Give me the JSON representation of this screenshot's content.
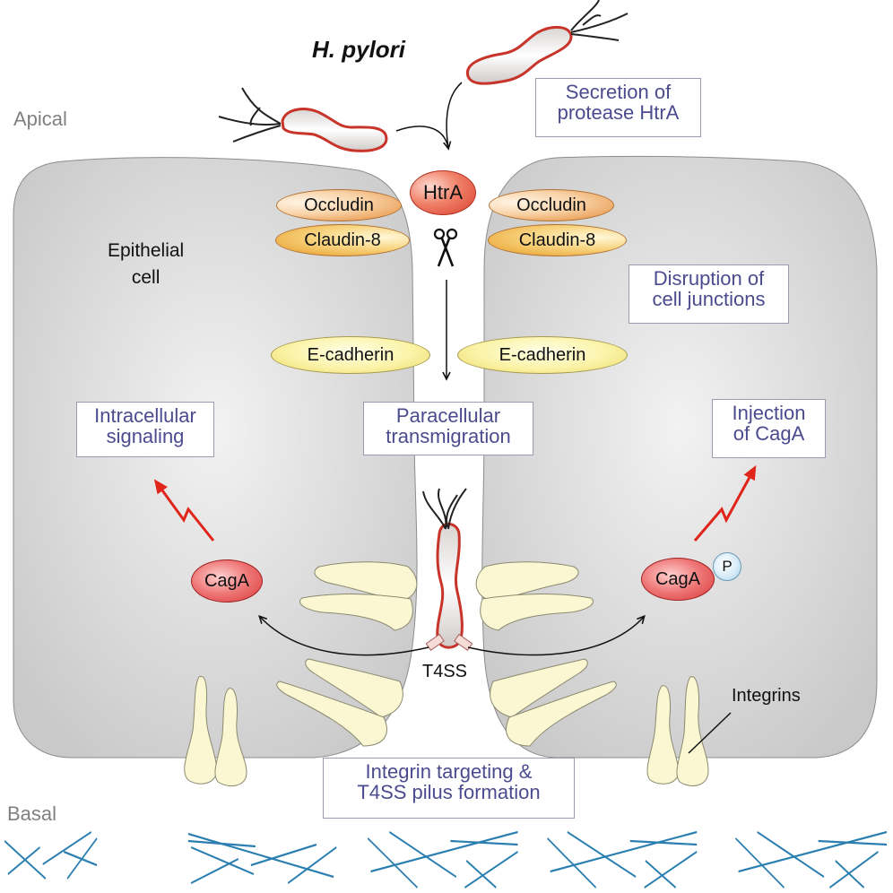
{
  "title": "H. pylori",
  "regions": {
    "apical": "Apical",
    "basal": "Basal"
  },
  "cell_label": "Epithelial\ncell",
  "proteins": {
    "htra": "HtrA",
    "occludin": "Occludin",
    "claudin": "Claudin-8",
    "ecadherin": "E-cadherin",
    "caga": "CagA",
    "phosphate": "P",
    "t4ss": "T4SS",
    "integrins": "Integrins"
  },
  "boxes": {
    "secretion": "Secretion of\nprotease HtrA",
    "disruption": "Disruption of\ncell junctions",
    "paracellular": "Paracellular\ntransmigration",
    "intracellular": "Intracellular\nsignaling",
    "injection": "Injection\nof CagA",
    "integrin_targeting": "Integrin targeting &\nT4SS pilus formation"
  },
  "colors": {
    "cell": "#d6d6d6",
    "bacterium_outline": "#c8342a",
    "box_text": "#4b4b8f",
    "matrix": "#2a7fb0",
    "integrin": "#fbf7d2",
    "signal_arrow": "#e0251b"
  }
}
